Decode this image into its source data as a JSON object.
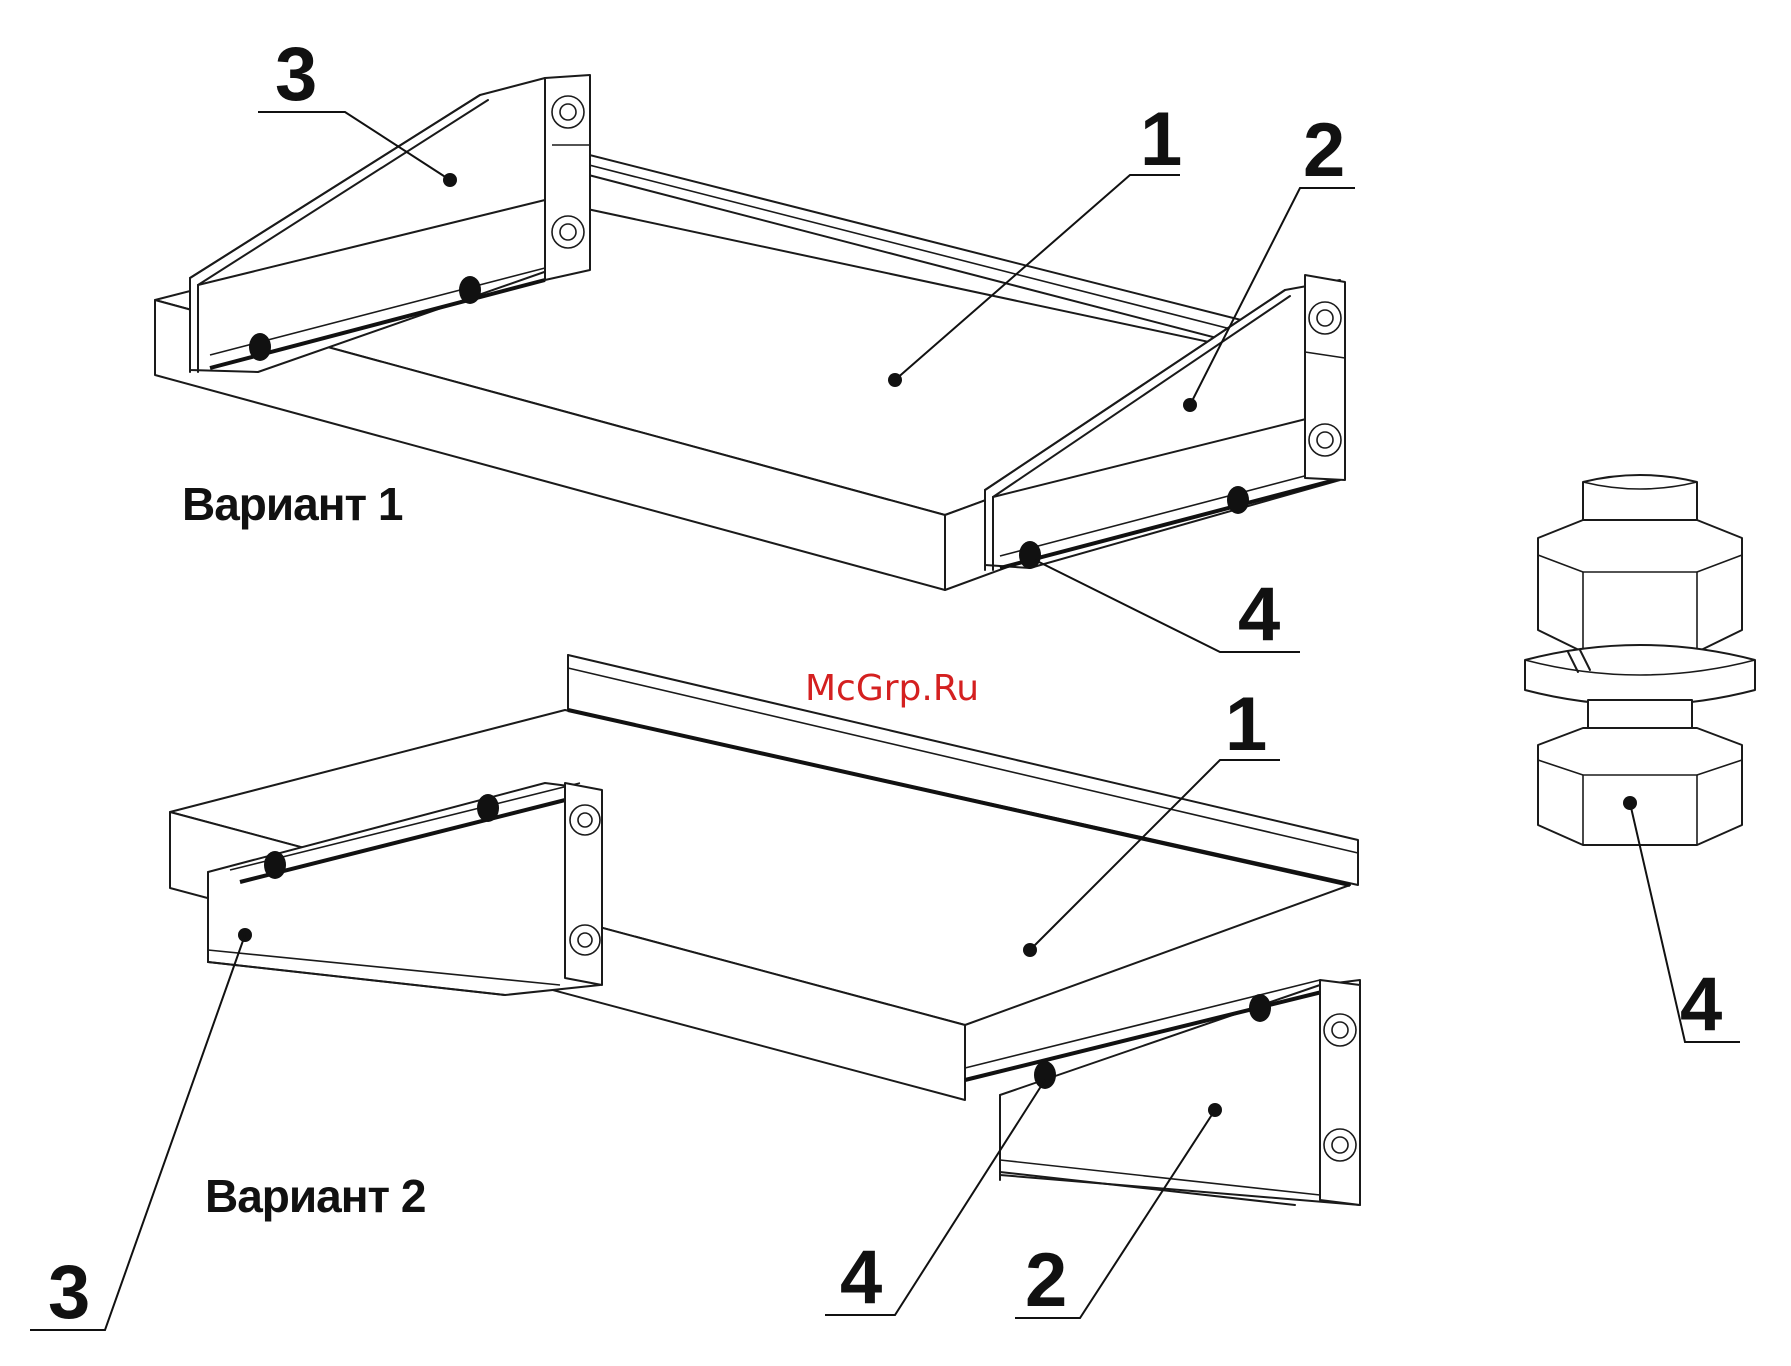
{
  "labels": {
    "variant_1": "Вариант 1",
    "variant_2": "Вариант 2"
  },
  "callouts": {
    "v1_part1": "1",
    "v1_part2": "2",
    "v1_part3": "3",
    "v1_part4": "4",
    "v2_part1": "1",
    "v2_part2": "2",
    "v2_part3": "3",
    "v2_part4": "4",
    "fastener_part4": "4"
  },
  "watermark": "McGrp.Ru",
  "colors": {
    "lines": "#1a1a1a",
    "watermark": "#d42020",
    "background": "#ffffff"
  }
}
